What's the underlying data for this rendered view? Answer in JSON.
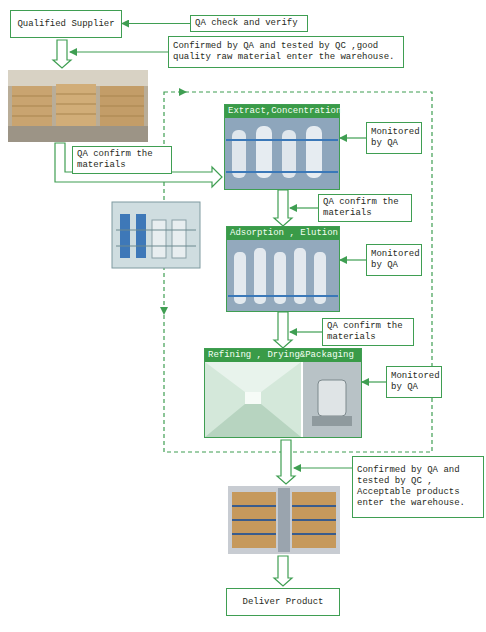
{
  "diagram": {
    "nodes": [
      {
        "text": [
          "Qualified Supplier"
        ]
      },
      {
        "text": [
          "QA check and verify"
        ]
      },
      {
        "text": [
          "Confirmed by QA and tested by QC ,good quality raw material enter the warehouse."
        ]
      },
      {
        "text": [
          "QA confirm the materials"
        ]
      },
      {
        "text": [
          "Extract,Concentration"
        ]
      },
      {
        "text": [
          "Monitored by QA"
        ]
      },
      {
        "text": [
          "QA confirm the materials"
        ]
      },
      {
        "text": [
          "Adsorption , Elution"
        ]
      },
      {
        "text": [
          "Monitored by QA"
        ]
      },
      {
        "text": [
          "QA confirm the materials"
        ]
      },
      {
        "text": [
          "Refining , Drying&Packaging"
        ]
      },
      {
        "text": [
          "Monitored by QA"
        ]
      },
      {
        "text": [
          "Confirmed by QA and tested by QC , Acceptable products enter the warehouse."
        ]
      },
      {
        "text": [
          "Deliver Product"
        ]
      }
    ],
    "edges": [
      {
        "from": 1,
        "to": 0,
        "arrow": "to"
      },
      {
        "from": 5,
        "to": 4,
        "arrow": "to"
      },
      {
        "from": 4,
        "to": 7,
        "arrow": "to"
      },
      {
        "from": 8,
        "to": 7,
        "arrow": "to"
      },
      {
        "from": 7,
        "to": 10,
        "arrow": "to"
      },
      {
        "from": 11,
        "to": 10,
        "arrow": "to"
      }
    ]
  }
}
